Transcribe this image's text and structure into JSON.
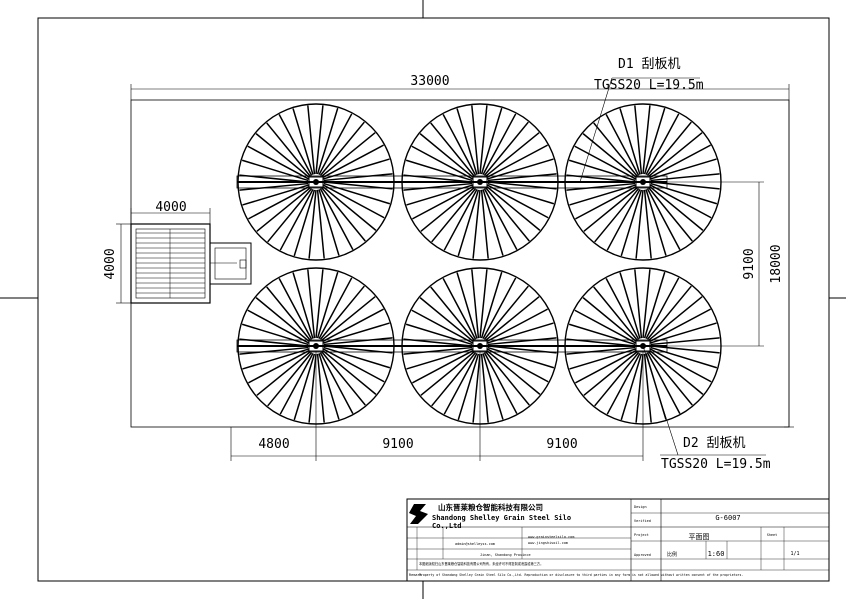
{
  "dimensions": {
    "total_width": "33000",
    "total_height": "18000",
    "row_spacing": "9100",
    "hopper_width": "4000",
    "hopper_height": "4000",
    "bottom_segments": [
      "4800",
      "9100",
      "9100"
    ]
  },
  "conveyors": [
    {
      "name": "D1 刮板机",
      "spec": "TGSS20 L=19.5m"
    },
    {
      "name": "D2 刮板机",
      "spec": "TGSS20 L=19.5m"
    }
  ],
  "silo_count": 6,
  "silo_spoke_count": 32,
  "title_block": {
    "company_cn": "山东晋莱粮仓智能科技有限公司",
    "company_en": "Shandong Shelley Grain Steel Silo",
    "company_en2": "Co.,Ltd",
    "drawing_no": "G-6007",
    "drawing_title": "平面图",
    "scale_label": "比例",
    "scale": "1:60",
    "email": "admin@shelleyss.com",
    "web1": "www.grainsteelsilo.com",
    "web2": "www.jingshisoil.com",
    "address": "Jinan, Shandong Province",
    "note_cn": "本图纸版权归山东晋莱粮仓智能科技有限公司所有，未经许可不得复制或泄露给第三方。",
    "note_en": "Property of Shandong Shelley Grain Steel Silo Co.,Ltd. Reproduction or disclosure to third parties in any form is not allowed without written consent of the proprietors.",
    "designer": "Design",
    "checker": "Verified",
    "approver": "Approved",
    "project": "Project",
    "remark": "Remark",
    "sheet": "Sheet",
    "page": "1/1"
  }
}
